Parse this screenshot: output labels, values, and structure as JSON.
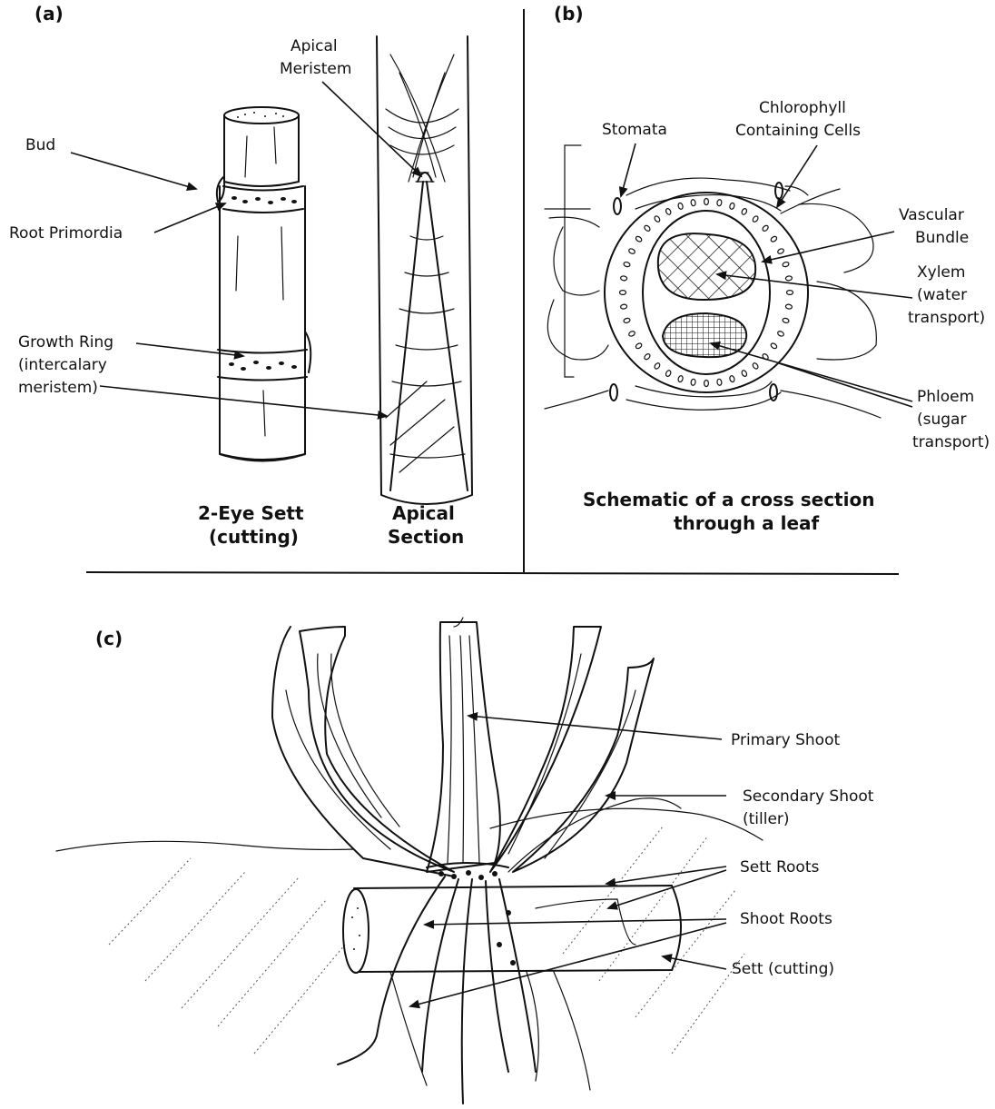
{
  "panels": {
    "a": "(a)",
    "b": "(b)",
    "c": "(c)"
  },
  "panel_a": {
    "labels": {
      "bud": "Bud",
      "root_primordia": "Root Primordia",
      "growth_ring_1": "Growth Ring",
      "growth_ring_2": "(intercalary",
      "growth_ring_3": "meristem)",
      "apical_meristem_1": "Apical",
      "apical_meristem_2": "Meristem"
    },
    "captions": {
      "sett_1": "2-Eye Sett",
      "sett_2": "(cutting)",
      "apical_1": "Apical",
      "apical_2": "Section"
    }
  },
  "panel_b": {
    "labels": {
      "stomata": "Stomata",
      "chlorophyll_1": "Chlorophyll",
      "chlorophyll_2": "Containing Cells",
      "vascular_1": "Vascular",
      "vascular_2": "Bundle",
      "xylem_1": "Xylem",
      "xylem_2": "(water",
      "xylem_3": "transport)",
      "phloem_1": "Phloem",
      "phloem_2": "(sugar",
      "phloem_3": "transport)"
    },
    "caption_1": "Schematic of a cross section",
    "caption_2": "through a leaf"
  },
  "panel_c": {
    "labels": {
      "primary_shoot": "Primary Shoot",
      "secondary_shoot_1": "Secondary Shoot",
      "secondary_shoot_2": "(tiller)",
      "sett_roots": "Sett Roots",
      "shoot_roots": "Shoot Roots",
      "sett_cutting": "Sett (cutting)"
    }
  }
}
